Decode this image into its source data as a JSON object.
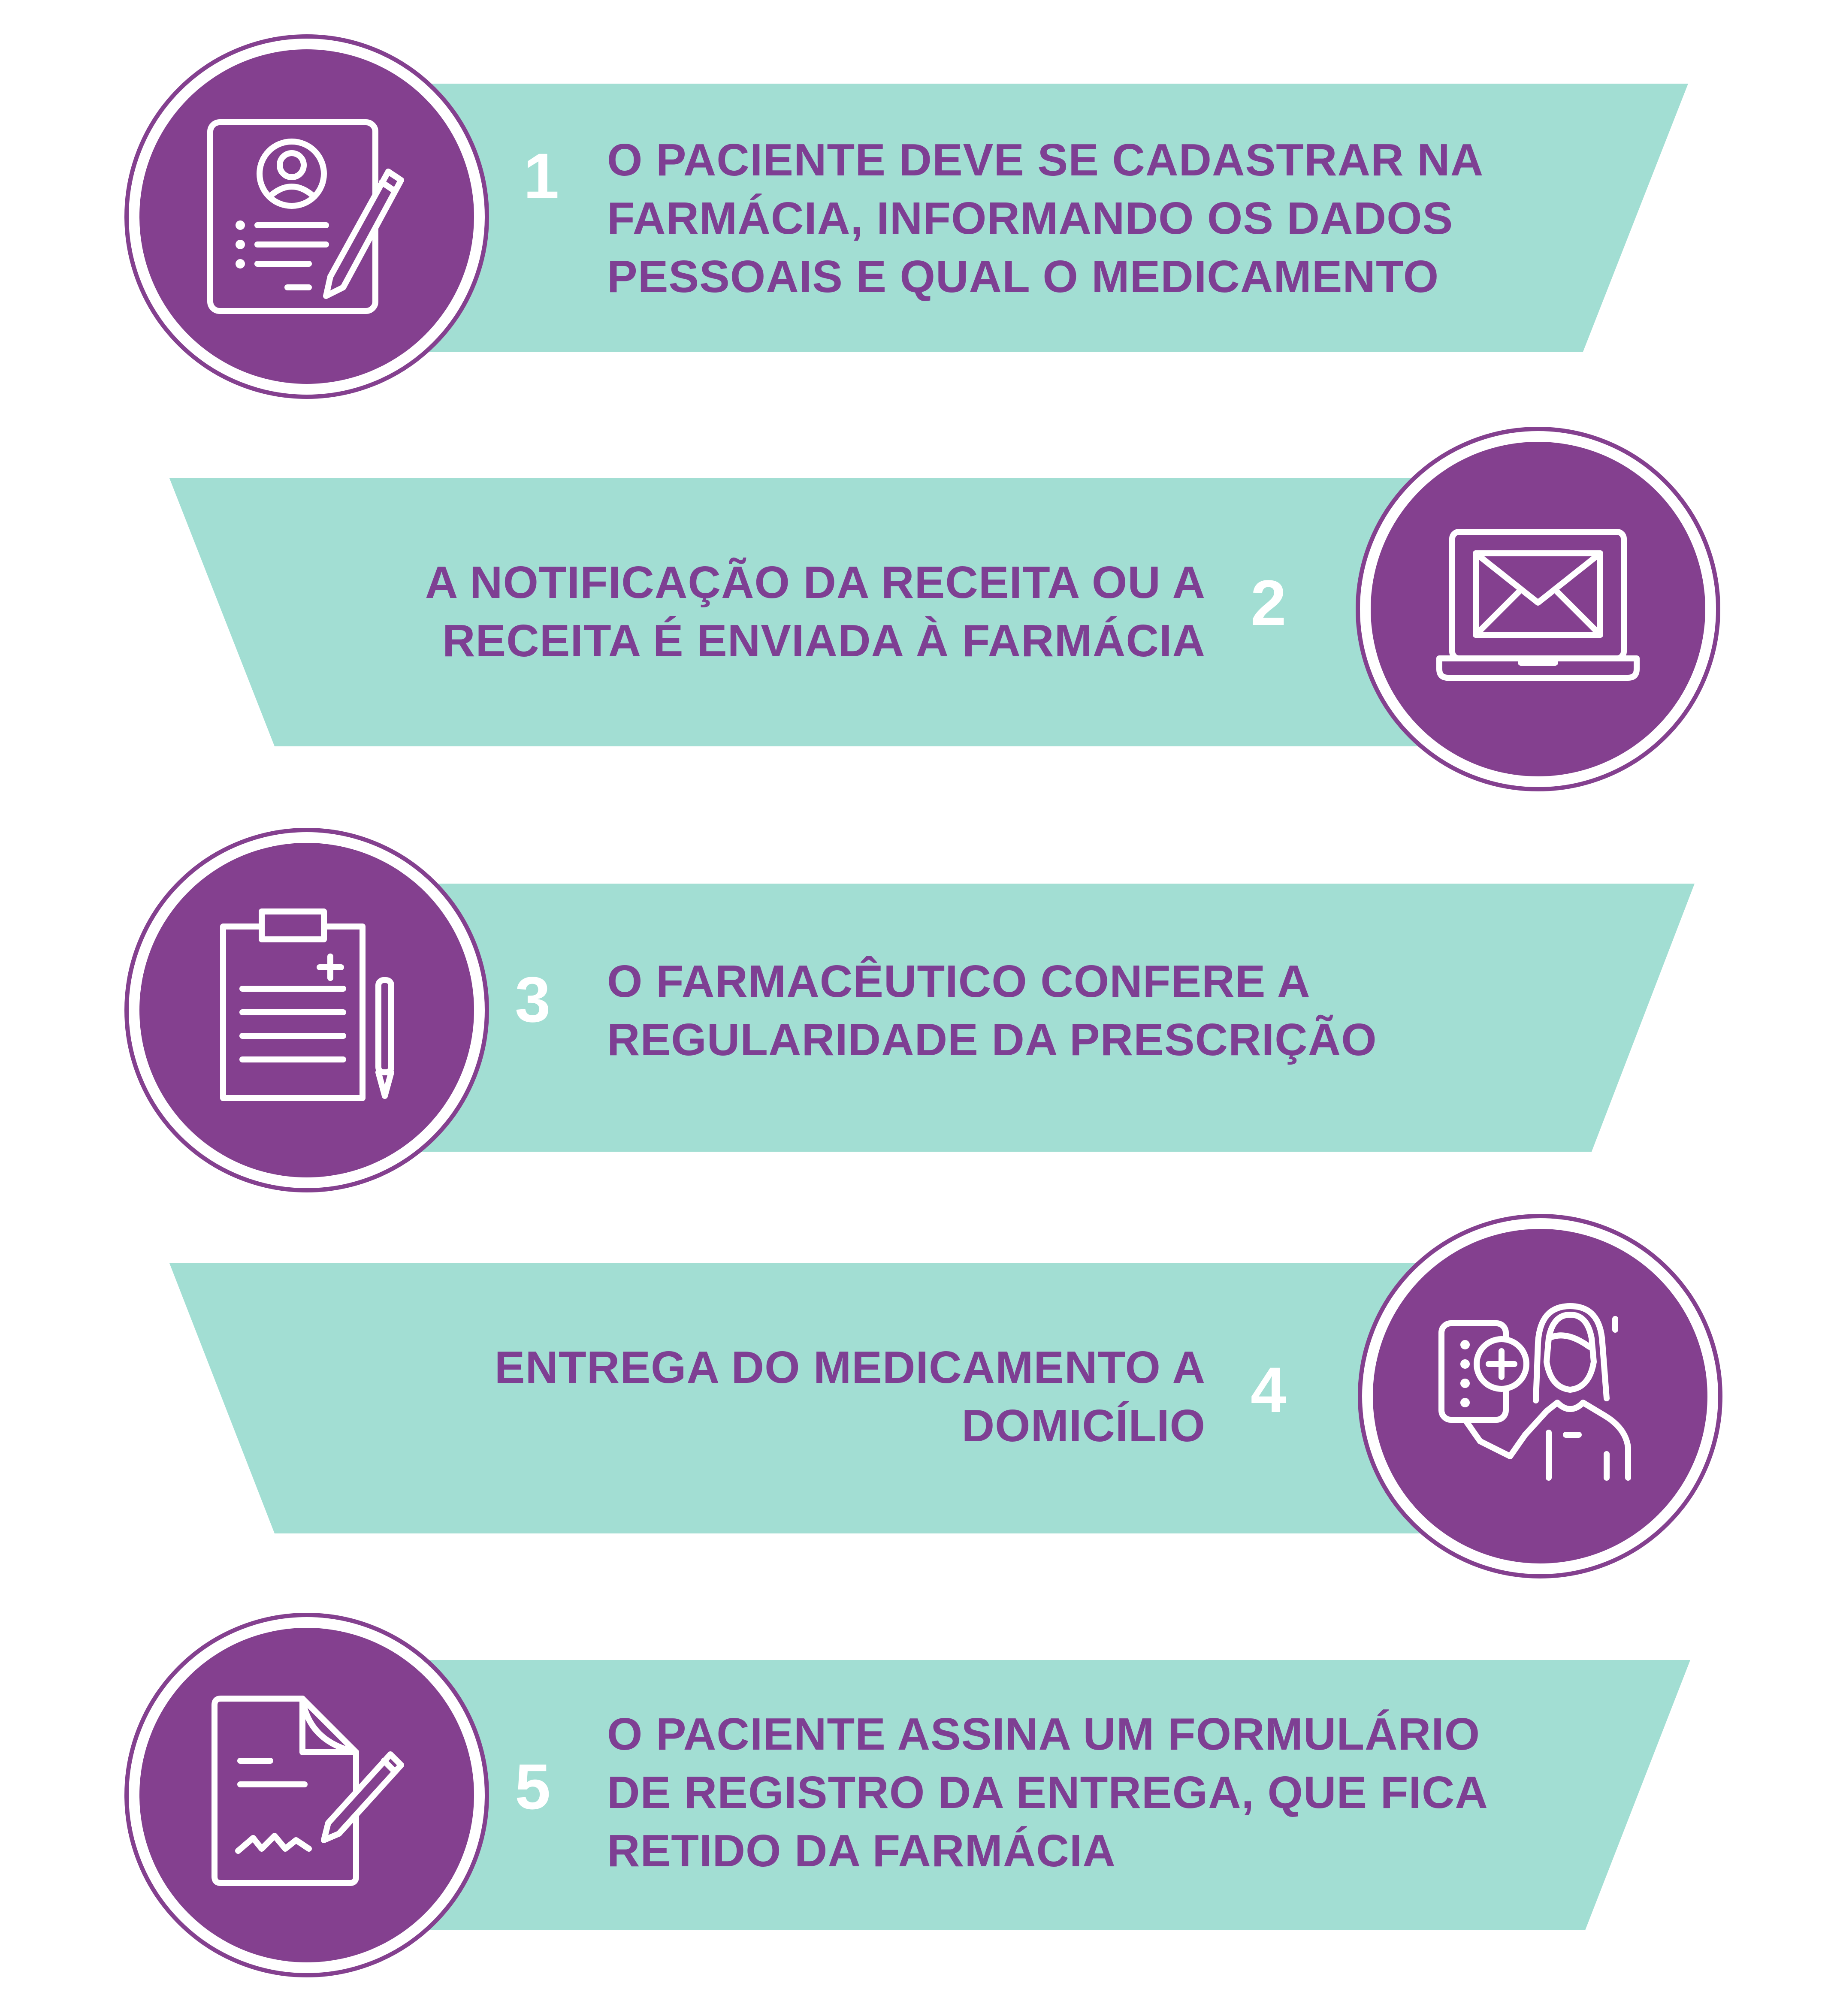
{
  "colors": {
    "banner": "#a2ded3",
    "circle": "#84408f",
    "ring": "#84408f",
    "text": "#7e3f93",
    "number": "#ffffff"
  },
  "steps": [
    {
      "number": "1",
      "text": "O PACIENTE DEVE SE CADASTRAR NA\nFARMÁCIA, INFORMANDO OS DADOS\nPESSOAIS E QUAL O MEDICAMENTO",
      "icon": "patient-registration-form-icon"
    },
    {
      "number": "2",
      "text": "A NOTIFICAÇÃO DA RECEITA OU A\nRECEITA É ENVIADA À FARMÁCIA",
      "icon": "laptop-email-icon"
    },
    {
      "number": "3",
      "text": "O FARMACÊUTICO CONFERE A\nREGULARIDADE DA PRESCRIÇÃO",
      "icon": "clipboard-prescription-icon"
    },
    {
      "number": "4",
      "text": "ENTREGA DO MEDICAMENTO A\nDOMICÍLIO",
      "icon": "pharmacist-delivery-icon"
    },
    {
      "number": "5",
      "text": "O PACIENTE ASSINA UM FORMULÁRIO\nDE REGISTRO DA ENTREGA, QUE FICA\nRETIDO DA FARMÁCIA",
      "icon": "signed-document-icon"
    }
  ]
}
